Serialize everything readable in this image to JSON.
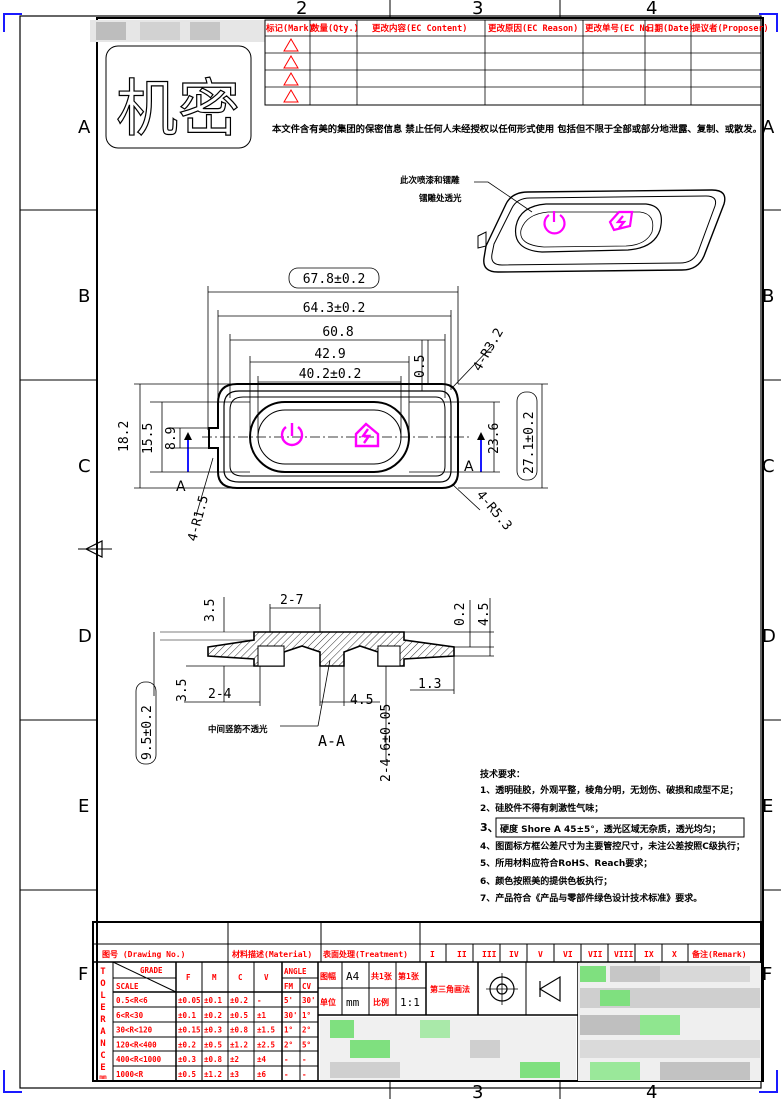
{
  "zones": {
    "columns": [
      "2",
      "3",
      "4"
    ],
    "rows": [
      "A",
      "B",
      "C",
      "D",
      "E",
      "F"
    ]
  },
  "revision_table": {
    "headers": [
      "标记(Mark)",
      "数量(Qty.)",
      "更改内容(EC Content)",
      "更改原因(EC Reason)",
      "更改单号(EC No.)",
      "日期(Date)",
      "提议者(Proposer)"
    ]
  },
  "confidential_stamp": "机密",
  "confidentiality_notice": "本文件含有美的集团的保密信息  禁止任何人未经授权以任何形式使用  包括但不限于全部或部分地泄露、复制、或散发。",
  "iso_view_note": {
    "line1": "此次喷漆和镭雕",
    "line2": "镭雕处透光"
  },
  "dimensions": {
    "overall_length": "67.8±0.2",
    "length_2": "64.3±0.2",
    "length_3": "60.8",
    "length_4": "42.9",
    "length_5": "40.2±0.2",
    "gap": "0.5",
    "radius_top": "4-R3.2",
    "radius_bottom": "4-R5.3",
    "radius_small": "4-R1.5",
    "height_1": "18.2",
    "height_2": "15.5",
    "height_3": "8.9",
    "height_4": "23.6",
    "height_overall": "27.1±0.2",
    "section_top_left": "3.5",
    "section_width": "2-7",
    "section_r1": "0.2",
    "section_r2": "4.5",
    "section_left_bottom": "3.5",
    "section_2_4": "2-4",
    "section_4_5": "4.5",
    "section_1_3": "1.3",
    "section_thickness": "9.5±0.2",
    "section_hole": "2-4.6±0.05",
    "section_label": "A-A",
    "section_marker": "A",
    "section_note": "中间竖筋不透光"
  },
  "tech_requirements": {
    "title": "技术要求：",
    "items": [
      "1、透明硅胶，外观平整，棱角分明，无划伤、破损和成型不足；",
      "2、硅胶件不得有刺激性气味；",
      "3、",
      "4、图面标方框公差尺寸为主要管控尺寸，未注公差按照C级执行；",
      "5、所用材料应符合RoHS、Reach要求；",
      "6、颜色按照美的提供色板执行；",
      "7、产品符合《产品与零部件绿色设计技术标准》要求。"
    ],
    "boxed_item": "硬度 Shore A 45±5°，透光区域无杂质，透光均匀；"
  },
  "title_block": {
    "drawing_no_label": "图号  (Drawing No.)",
    "material_label": "材料描述(Material)",
    "treatment_label": "表面处理(Treatment)",
    "roman": [
      "I",
      "II",
      "III",
      "IV",
      "V",
      "VI",
      "VII",
      "VIII",
      "IX",
      "X"
    ],
    "remark_label": "备注(Remark)",
    "side_letters": [
      "T",
      "O",
      "L",
      "E",
      "R",
      "A",
      "N",
      "C",
      "E",
      "mm"
    ],
    "grade": "GRADE",
    "scale_label": "SCALE",
    "grade_cols": [
      "F",
      "M",
      "C",
      "V"
    ],
    "angle_label": "ANGLE",
    "fm_cv": [
      "FM",
      "CV"
    ],
    "tolerance_rows": [
      {
        "range": "0.5<R<6",
        "f": "±0.05",
        "m": "±0.1",
        "c": "±0.2",
        "v": "-",
        "fm": "5'",
        "cv": "30'"
      },
      {
        "range": "6<R<30",
        "f": "±0.1",
        "m": "±0.2",
        "c": "±0.5",
        "v": "±1",
        "fm": "30'",
        "cv": "1°"
      },
      {
        "range": "30<R<120",
        "f": "±0.15",
        "m": "±0.3",
        "c": "±0.8",
        "v": "±1.5",
        "fm": "1°",
        "cv": "2°"
      },
      {
        "range": "120<R<400",
        "f": "±0.2",
        "m": "±0.5",
        "c": "±1.2",
        "v": "±2.5",
        "fm": "2°",
        "cv": "5°"
      },
      {
        "range": "400<R<1000",
        "f": "±0.3",
        "m": "±0.8",
        "c": "±2",
        "v": "±4",
        "fm": "-",
        "cv": "-"
      },
      {
        "range": "1000<R",
        "f": "±0.5",
        "m": "±1.2",
        "c": "±3",
        "v": "±6",
        "fm": "-",
        "cv": "-"
      }
    ],
    "size_label": "图幅",
    "size_value": "A4",
    "total_label": "共1张",
    "sheet_label": "第1张",
    "unit_label": "单位",
    "unit_value": "mm",
    "ratio_label": "比例",
    "ratio_value": "1:1",
    "projection_label": "第三角画法"
  },
  "colors": {
    "line": "#000000",
    "accent_magenta": "#ff00ff",
    "warning_red": "#ff0000",
    "marker_blue": "#1a1aff",
    "redaction_green": "#7fe07f",
    "redaction_gray": "#c8c8c8"
  },
  "icons": [
    "power-icon",
    "home-lightning-icon",
    "warning-triangle-icon",
    "crosshair-icon",
    "cone-projection-icon",
    "direction-triangle-icon"
  ]
}
